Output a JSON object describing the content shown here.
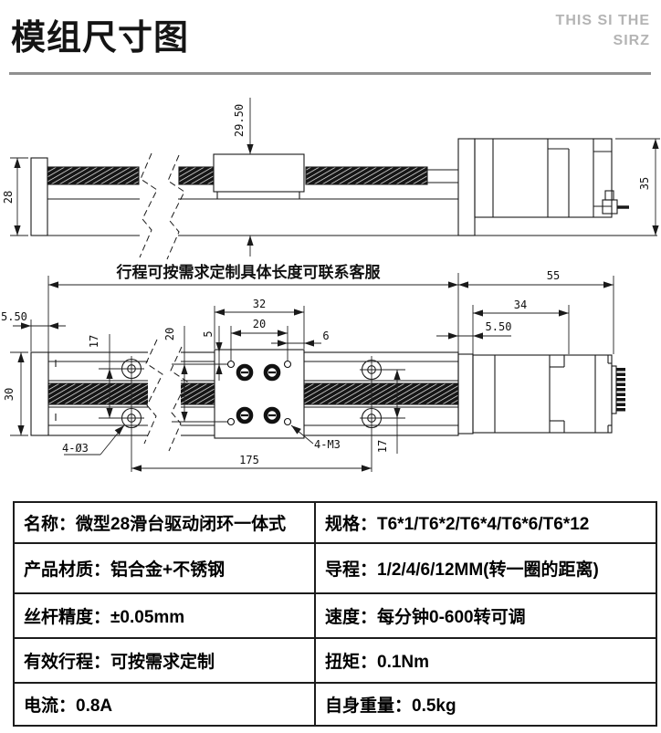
{
  "header": {
    "title": "模组尺寸图",
    "watermark_line1": "THIS SI THE",
    "watermark_line2": "SIRZ"
  },
  "drawing": {
    "note": "行程可按需求定制具体长度可联系客服",
    "dims": {
      "d28": "28",
      "d29_50": "29.50",
      "d35": "35",
      "d55": "55",
      "d34": "34",
      "d5_50_right": "5.50",
      "d5_50_left": "5.50",
      "d30": "30",
      "d32": "32",
      "d20_h": "20",
      "d6": "6",
      "d5": "5",
      "d20_v": "20",
      "d17_left": "17",
      "d17_right": "17",
      "d175": "175"
    },
    "labels": {
      "holes_phi3": "4-Ø3",
      "holes_m3": "4-M3"
    },
    "line_color": "#1a1a1a"
  },
  "table": {
    "rows": [
      {
        "left": "名称：微型28滑台驱动闭环一体式",
        "right": "规格：T6*1/T6*2/T6*4/T6*6/T6*12"
      },
      {
        "left": "产品材质：铝合金+不锈钢",
        "right": "导程：1/2/4/6/12MM(转一圈的距离)"
      },
      {
        "left": "丝杆精度：±0.05mm",
        "right": "速度：每分钟0-600转可调"
      },
      {
        "left": "有效行程：可按需求定制",
        "right": "扭矩：0.1Nm"
      },
      {
        "left": "电流：0.8A",
        "right": "自身重量：0.5kg"
      }
    ]
  }
}
